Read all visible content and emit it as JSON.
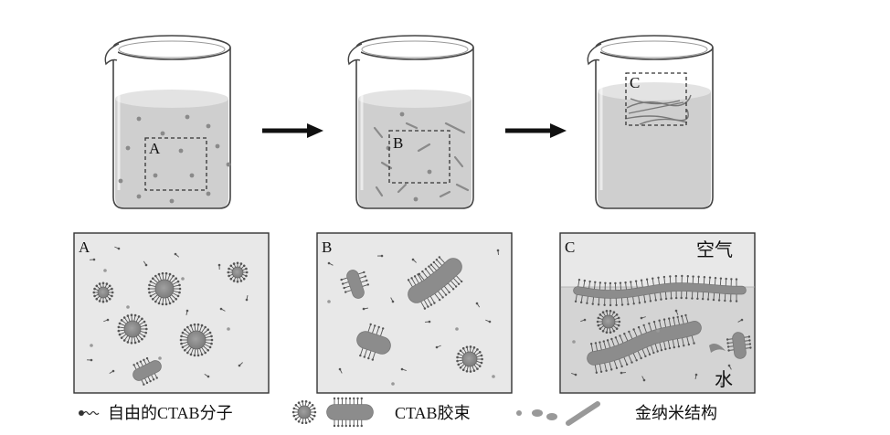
{
  "beakers": [
    {
      "label": "A"
    },
    {
      "label": "B"
    },
    {
      "label": "C"
    }
  ],
  "panels": [
    {
      "label": "A"
    },
    {
      "label": "B"
    },
    {
      "label": "C",
      "air_label": "空气",
      "water_label": "水"
    }
  ],
  "legend": {
    "free_ctab": "自由的CTAB分子",
    "micelle": "CTAB胶束",
    "gold": "金纳米结构"
  },
  "colors": {
    "solution": "#cfcfcf",
    "solution_top": "#e3e3e3",
    "particle": "#8a8a8a",
    "panel_fill": "#e8e8e8",
    "water_fill": "#d4d4d4",
    "core": "#8c8c8c",
    "arrow": "#111111"
  }
}
